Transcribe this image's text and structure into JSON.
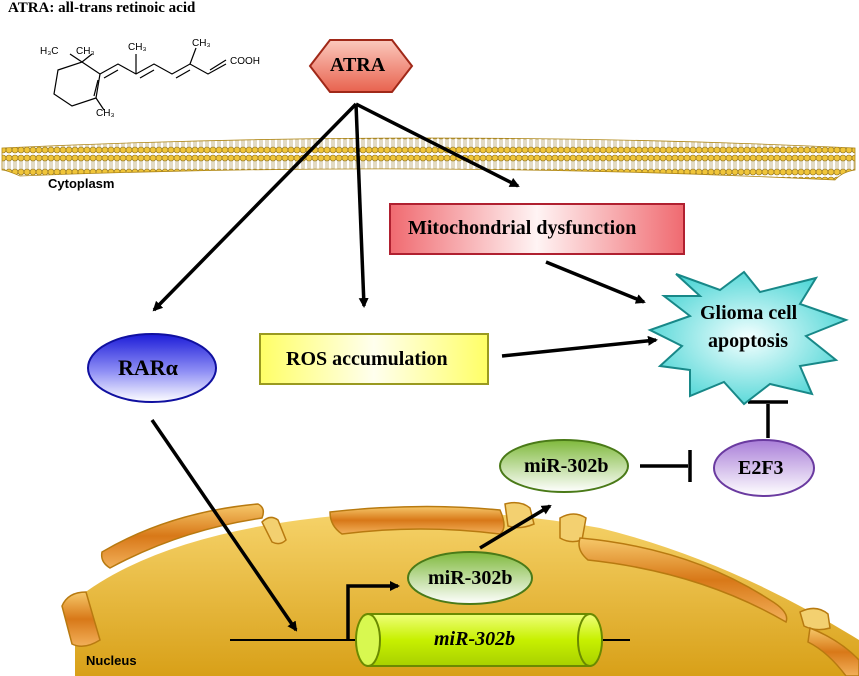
{
  "header": {
    "title": "ATRA: all-trans retinoic acid"
  },
  "molecule": {
    "groups": [
      "H₃C",
      "CH₃",
      "CH₃",
      "CH₃",
      "COOH",
      "CH₃"
    ]
  },
  "compartments": {
    "cytoplasm": "Cytoplasm",
    "nucleus": "Nucleus"
  },
  "nodes": {
    "atra": "ATRA",
    "mito": "Mitochondrial dysfunction",
    "ros": "ROS accumulation",
    "rar": "RARα",
    "apoptosis_line1": "Glioma cell",
    "apoptosis_line2": "apoptosis",
    "mir_cyto": "miR-302b",
    "e2f3": "E2F3",
    "mir_nuc": "miR-302b",
    "gene": "miR-302b"
  },
  "colors": {
    "atra": "#f08a78",
    "mito": "#f07a80",
    "ros": "#ffff99",
    "rar": "#3a3ae0",
    "apoptosis": "#4fd8d8",
    "mir": "#a9d36a",
    "e2f3": "#c99ee6",
    "gene": "#c6f000",
    "nucleus": "#e9bb2c",
    "membrane": "#e8c24a"
  }
}
